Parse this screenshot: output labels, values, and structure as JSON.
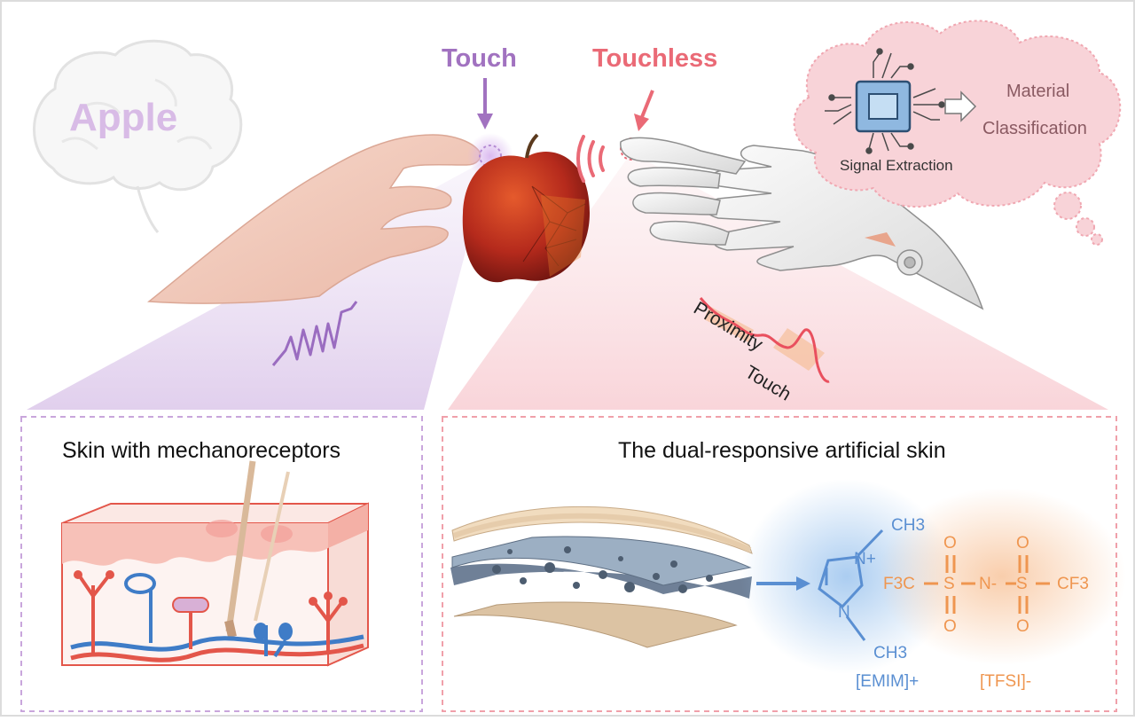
{
  "labels": {
    "touch": "Touch",
    "touchless": "Touchless",
    "brain_word": "Apple",
    "material": "Material",
    "classification": "Classification",
    "signal_extraction": "Signal Extraction",
    "proximity": "Proximity",
    "touch_signal": "Touch",
    "skin_title": "Skin with mechanoreceptors",
    "artificial_title": "The dual-responsive artificial skin"
  },
  "chemistry": {
    "cation_ch3_top": "CH3",
    "cation_ch3_bottom": "CH3",
    "n_plus": "N+",
    "n_ring": "N",
    "f3c": "F3C",
    "s_left": "S",
    "n_minus": "N-",
    "s_right": "S",
    "cf3": "CF3",
    "o1": "O",
    "o2": "O",
    "o3": "O",
    "o4": "O",
    "cation_name": "[EMIM]+",
    "anion_name": "[TFSI]-"
  },
  "colors": {
    "touch_purple": "#a172c0",
    "touchless_red": "#ea6a76",
    "cation_blue": "#5a8fd2",
    "anion_orange": "#ef9650",
    "frame_purple": "#c9a6dc",
    "frame_pink": "#f0a0aa"
  }
}
